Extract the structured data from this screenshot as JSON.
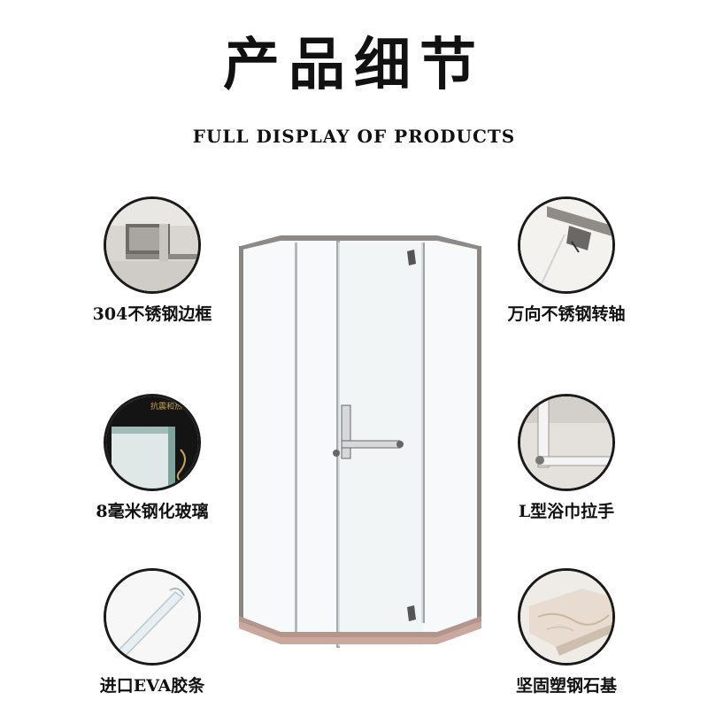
{
  "header": {
    "title": "产品细节",
    "subtitle": "FULL DISPLAY OF PRODUCTS"
  },
  "features": [
    {
      "label": "304不锈钢边框",
      "icon": "steel-frame-closeup"
    },
    {
      "label": "万向不锈钢转轴",
      "icon": "hinge-closeup"
    },
    {
      "label": "8毫米钢化玻璃",
      "icon": "tempered-glass-closeup",
      "inset_text": "抗震和热稳定性能"
    },
    {
      "label": "L型浴巾拉手",
      "icon": "l-handle-closeup"
    },
    {
      "label": "进口EVA胶条",
      "icon": "eva-seal-strip-closeup"
    },
    {
      "label": "坚固塑钢石基",
      "icon": "stone-base-closeup"
    }
  ],
  "product": {
    "name": "diamond-shape-shower-enclosure"
  }
}
